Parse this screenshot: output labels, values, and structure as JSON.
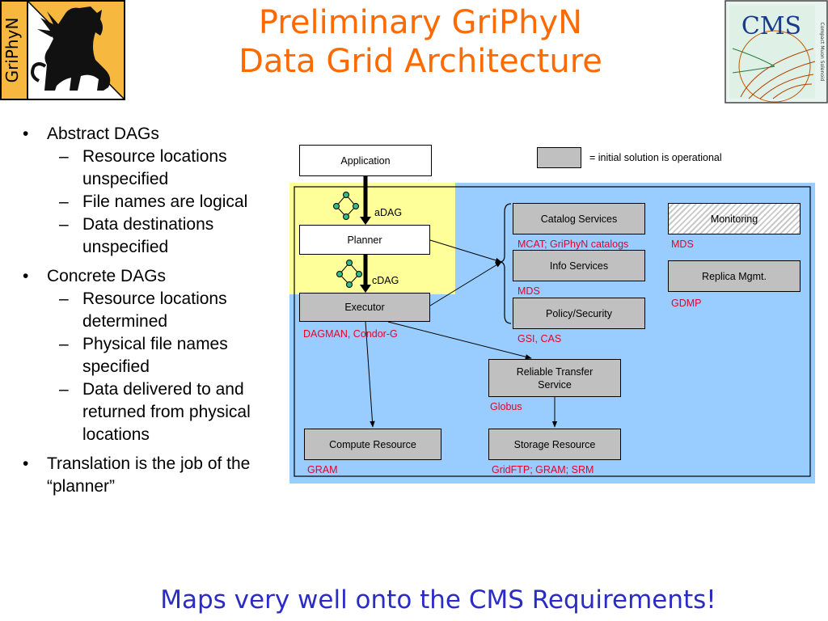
{
  "title": {
    "line1": "Preliminary GriPhyN",
    "line2": "Data Grid Architecture"
  },
  "logos": {
    "left_text": "GriPhyN",
    "right_text": "CMS",
    "right_subtext": "Compact Muon Solenoid"
  },
  "bullets": [
    {
      "text": "Abstract DAGs",
      "subs": [
        "Resource locations unspecified",
        "File names are logical",
        "Data destinations unspecified"
      ]
    },
    {
      "text": "Concrete DAGs",
      "subs": [
        "Resource locations determined",
        "Physical file names specified",
        "Data delivered to and returned from physical locations"
      ]
    },
    {
      "text": "Translation is the job of the “planner”",
      "subs": []
    }
  ],
  "bullet_marker": "•",
  "sub_marker": "–",
  "diagram": {
    "legend_label": "= initial solution is operational",
    "boxes": {
      "application": "Application",
      "planner": "Planner",
      "executor": "Executor",
      "catalog": "Catalog Services",
      "info": "Info Services",
      "policy": "Policy/Security",
      "monitoring": "Monitoring",
      "replica": "Replica Mgmt.",
      "transfer_line1": "Reliable Transfer",
      "transfer_line2": "Service",
      "compute": "Compute Resource",
      "storage": "Storage Resource"
    },
    "flow_labels": {
      "adag": "aDAG",
      "cdag": "cDAG"
    },
    "red_labels": {
      "executor": "DAGMAN, Condor-G",
      "catalog": "MCAT; GriPhyN catalogs",
      "info": "MDS",
      "policy": "GSI, CAS",
      "monitoring": "MDS",
      "replica": "GDMP",
      "transfer": "Globus",
      "compute": "GRAM",
      "storage": "GridFTP; GRAM; SRM"
    },
    "colors": {
      "blue_region": "#99ccff",
      "yellow_region": "#ffff99",
      "box_gray": "#c0c0c0",
      "label_red": "#e8002a"
    }
  },
  "footer": "Maps very well onto the CMS Requirements!"
}
